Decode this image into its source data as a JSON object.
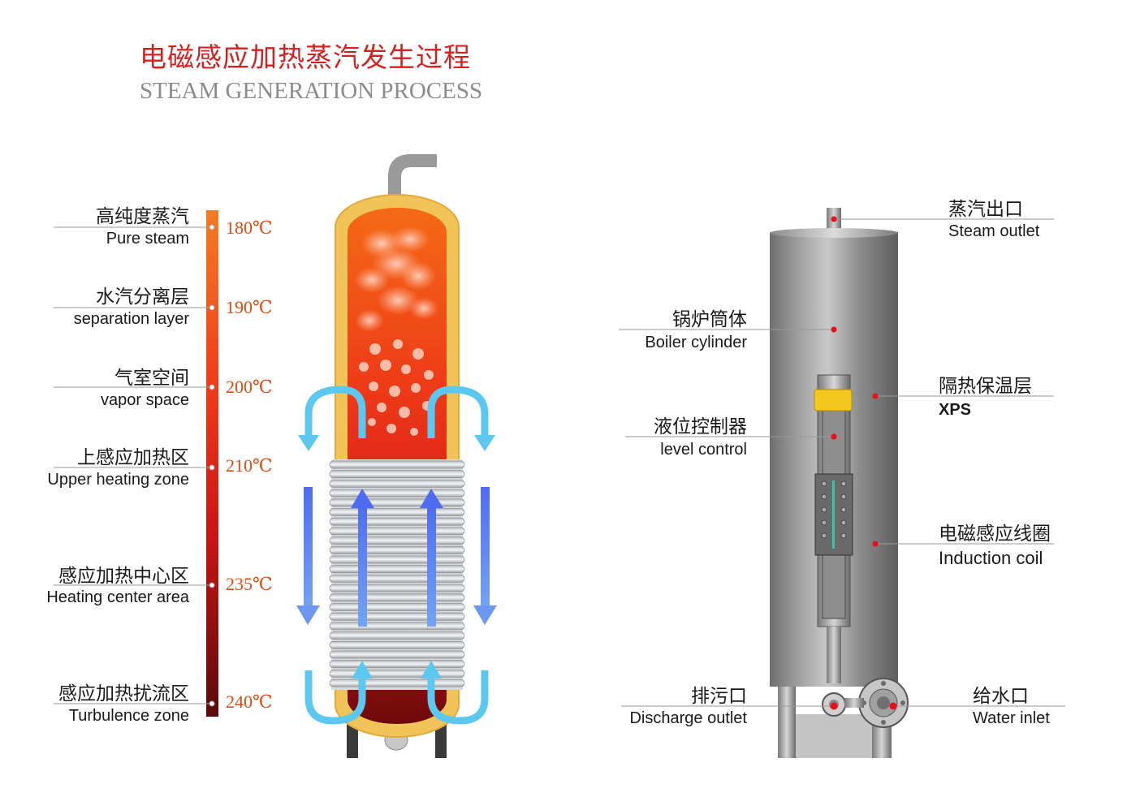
{
  "title": {
    "cn": "电磁感应加热蒸汽发生过程",
    "en": "STEAM GENERATION PROCESS"
  },
  "left_zones": [
    {
      "cn": "高纯度蒸汽",
      "en": "Pure steam",
      "temp": "180℃"
    },
    {
      "cn": "水汽分离层",
      "en": "separation layer",
      "temp": "190℃"
    },
    {
      "cn": "气室空间",
      "en": "vapor space",
      "temp": "200℃"
    },
    {
      "cn": "上感应加热区",
      "en": "Upper heating zone",
      "temp": "210℃"
    },
    {
      "cn": "感应加热中心区",
      "en": "Heating center area",
      "temp": "235℃"
    },
    {
      "cn": "感应加热扰流区",
      "en": "Turbulence zone",
      "temp": "240℃"
    }
  ],
  "right_parts": {
    "steam_outlet": {
      "cn": "蒸汽出口",
      "en": "Steam outlet"
    },
    "boiler_cylinder": {
      "cn": "锅炉筒体",
      "en": "Boiler cylinder"
    },
    "insulation": {
      "cn": "隔热保温层",
      "en": "XPS"
    },
    "level_control": {
      "cn": "液位控制器",
      "en": "level control"
    },
    "induction_coil": {
      "cn": "电磁感应线圈",
      "en": "Induction coil"
    },
    "discharge_outlet": {
      "cn": "排污口",
      "en": "Discharge outlet"
    },
    "water_inlet": {
      "cn": "给水口",
      "en": "Water inlet"
    }
  },
  "colors": {
    "title_red": "#d32020",
    "temp_orange": "#e24a10",
    "marker_red": "#e8101c",
    "flow_light_blue": "#5cc8f0",
    "flow_dark_blue": "#5a78e8"
  }
}
